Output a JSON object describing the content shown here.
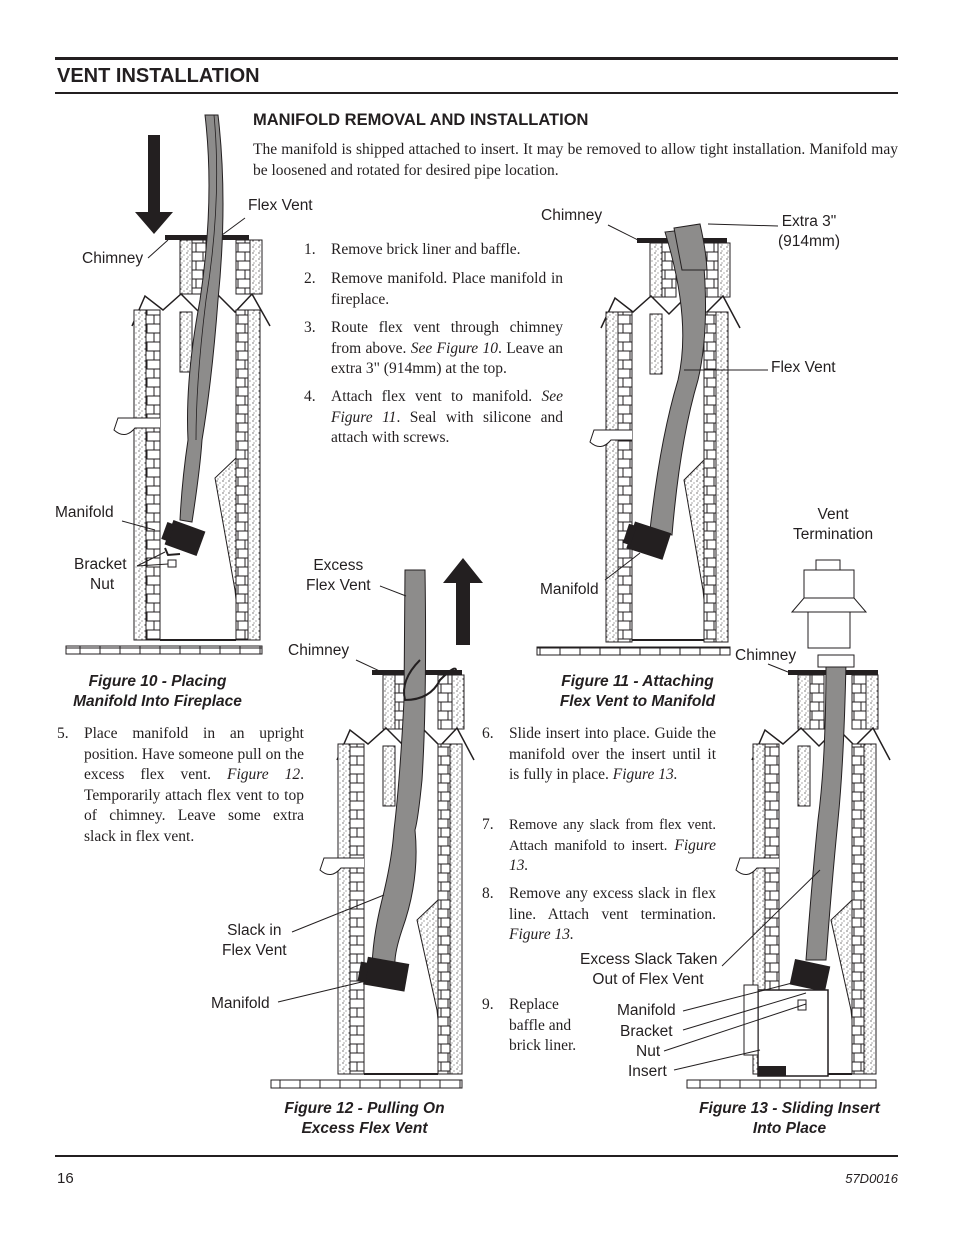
{
  "section_title": "VENT INSTALLATION",
  "subsection_title": "MANIFOLD REMOVAL AND INSTALLATION",
  "intro": "The manifold is shipped attached to insert. It may be removed  to allow tight installation. Manifold may be loosened and rotated for desired pipe location.",
  "steps_a": [
    {
      "num": "1.",
      "text": "Remove brick liner and baffle."
    },
    {
      "num": "2.",
      "text": "Remove manifold. Place manifold in fireplace."
    },
    {
      "num": "3.",
      "text": "Route flex vent through chimney from above.",
      "ref": "See Figure 10",
      "tail": ". Leave an extra 3\" (914mm) at the top."
    },
    {
      "num": "4.",
      "text": "Attach flex vent to manifold.",
      "ref": "See Figure 11",
      "tail": ". Seal with silicone and attach with screws."
    }
  ],
  "step5": {
    "num": "5.",
    "text": "Place manifold in an upright position. Have someone pull on the excess flex vent.",
    "ref": "Figure 12",
    "tail": ". Temporarily attach flex vent to top of chimney. Leave some extra slack in flex vent."
  },
  "steps_b": [
    {
      "num": "6.",
      "text": "Slide insert into place. Guide the manifold over the insert until it is fully in place.",
      "ref": "Figure 13."
    },
    {
      "num": "7.",
      "text": "Remove any slack from flex vent. Attach manifold to insert.",
      "ref": "Figure 13."
    },
    {
      "num": "8.",
      "text": "Remove any excess slack in flex line. Attach vent termination.",
      "ref": "Figure 13."
    },
    {
      "num": "9.",
      "text": "Replace baffle and brick liner."
    }
  ],
  "fig10": {
    "caption_1": "Figure 10 - Placing",
    "caption_2": "Manifold Into Fireplace",
    "flex_vent": "Flex Vent",
    "chimney": "Chimney",
    "manifold": "Manifold",
    "bracket": "Bracket",
    "nut": "Nut"
  },
  "fig11": {
    "caption_1": "Figure 11 - Attaching",
    "caption_2": "Flex Vent to Manifold",
    "chimney": "Chimney",
    "extra_1": "Extra 3\"",
    "extra_2": "(914mm)",
    "flex_vent": "Flex Vent",
    "manifold": "Manifold"
  },
  "fig12": {
    "caption_1": "Figure 12 - Pulling On",
    "caption_2": "Excess Flex  Vent",
    "excess_1": "Excess",
    "excess_2": "Flex Vent",
    "chimney": "Chimney",
    "slack_1": "Slack in",
    "slack_2": "Flex Vent",
    "manifold": "Manifold"
  },
  "fig13": {
    "caption_1": "Figure 13 - Sliding Insert",
    "caption_2": "Into Place",
    "vent_1": "Vent",
    "vent_2": "Termination",
    "chimney": "Chimney",
    "excess_1": "Excess Slack Taken",
    "excess_2": "Out of Flex Vent",
    "manifold": "Manifold",
    "bracket": "Bracket",
    "nut": "Nut",
    "insert": "Insert"
  },
  "page_number": "16",
  "doc_code": "57D0016"
}
